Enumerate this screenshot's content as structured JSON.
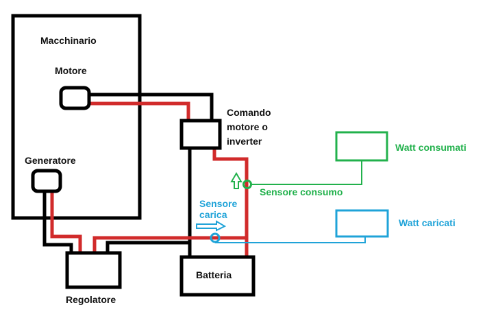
{
  "labels": {
    "machine": "Macchinario",
    "motor": "Motore",
    "generator": "Generatore",
    "controller_line1": "Comando",
    "controller_line2": "motore o",
    "controller_line3": "inverter",
    "battery": "Batteria",
    "regulator": "Regolatore",
    "consumption_sensor": "Sensore consumo",
    "charge_sensor_line1": "Sensore",
    "charge_sensor_line2": "carica",
    "watts_consumed": "Watt consumati",
    "watts_charged": "Watt caricati"
  },
  "colors": {
    "black_wire": "#000000",
    "red_wire": "#d12b2b",
    "consumption": "#22b14c",
    "charge": "#1fa3d8"
  }
}
